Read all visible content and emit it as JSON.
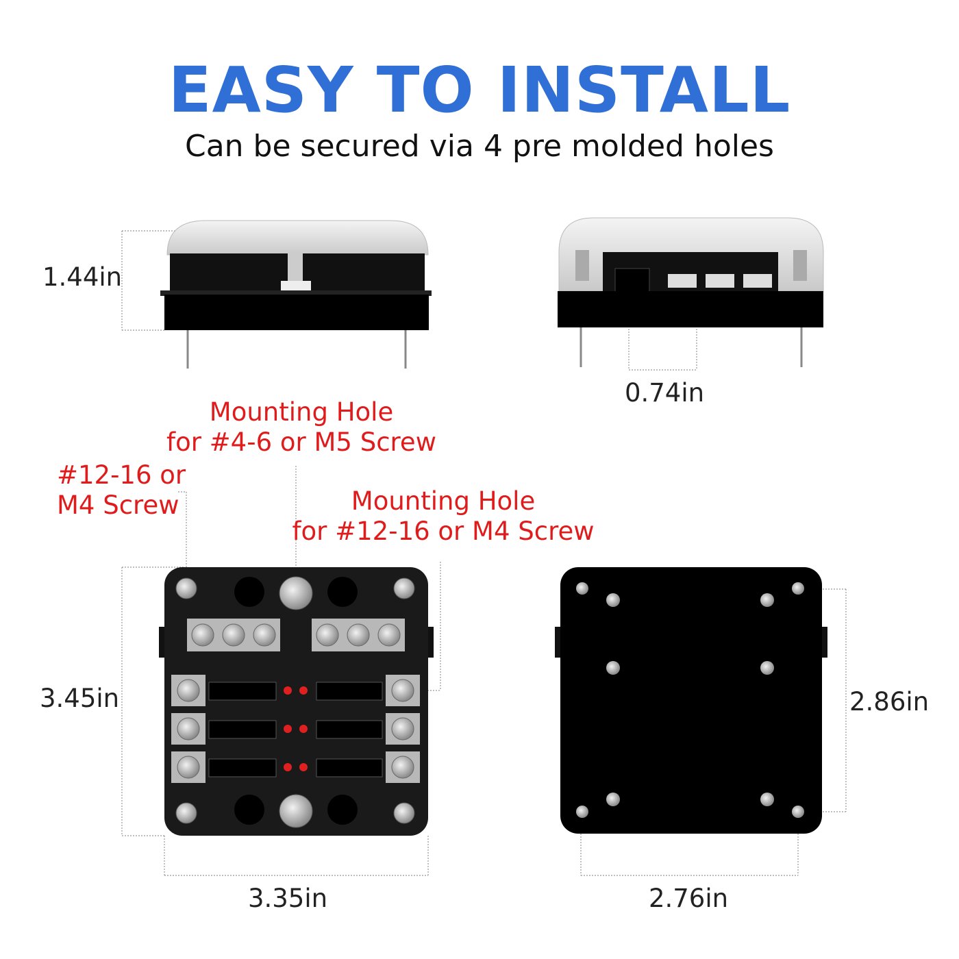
{
  "header": {
    "title": "EASY TO INSTALL",
    "subtitle": "Can be secured via 4 pre molded holes"
  },
  "dimensions": {
    "height_side": "1.44in",
    "terminal_spacing": "0.74in",
    "front_height": "3.45in",
    "front_width": "3.35in",
    "hole_height": "2.86in",
    "hole_width": "2.76in"
  },
  "callouts": {
    "center_hole": [
      "Mounting Hole",
      "for #4-6 or M5 Screw"
    ],
    "corner_screw": [
      "#12-16 or",
      "M4 Screw"
    ],
    "side_hole": [
      "Mounting Hole",
      "for #12-16 or M4 Screw"
    ]
  },
  "colors": {
    "title": "#2f6fd6",
    "callout": "#e01b1b",
    "body": "#0a0a0a",
    "led": "#e02020"
  }
}
